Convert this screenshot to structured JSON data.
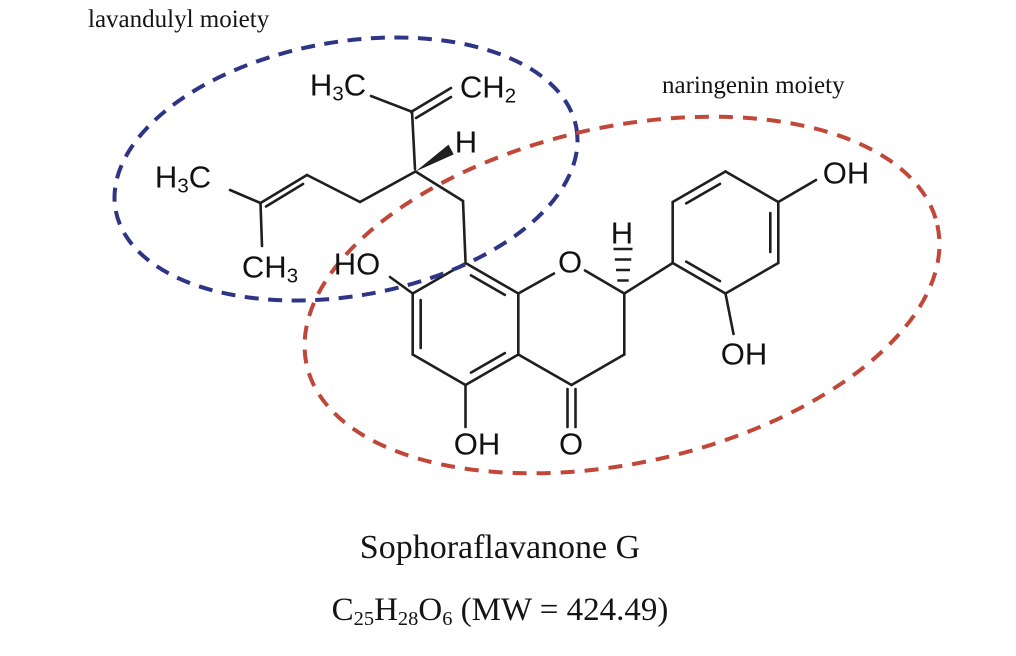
{
  "annotations": {
    "lavandulyl_label": "lavandulyl moiety",
    "naringenin_label": "naringenin moiety"
  },
  "molecule": {
    "title": "Sophoraflavanone G",
    "formula": {
      "c": "C",
      "c_sub": "25",
      "h": "H",
      "h_sub": "28",
      "o": "O",
      "o_sub": "6",
      "mw": " (MW = 424.49)"
    }
  },
  "atoms": {
    "h3c_isopropenyl": {
      "pre": "H",
      "sub": "3",
      "post": "C"
    },
    "ch2_methylene": {
      "pre": "CH",
      "sub": "2"
    },
    "h_lavandulyl_stereo": "H",
    "h3c_prenyl": {
      "pre": "H",
      "sub": "3",
      "post": "C"
    },
    "ch3_prenyl": {
      "pre": "CH",
      "sub": "3"
    },
    "ho_c7": "HO",
    "o_pyran": "O",
    "h_c2_stereo": "H",
    "oh_para": "OH",
    "oh_ortho": "OH",
    "oh_c5": "OH",
    "o_ketone": "O"
  },
  "colors": {
    "lavandulyl_ellipse": "#2f3585",
    "naringenin_ellipse": "#c14839",
    "bond": "#1f1f1f"
  }
}
